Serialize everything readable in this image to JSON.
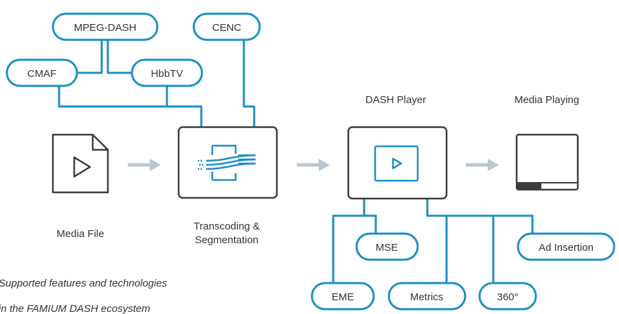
{
  "diagram": {
    "tech_inputs": {
      "mpeg_dash": "MPEG-DASH",
      "cenc": "CENC",
      "cmaf": "CMAF",
      "hbbtv": "HbbTV"
    },
    "stages": {
      "media_file": "Media File",
      "transcoding_line1": "Transcoding &",
      "transcoding_line2": "Segmentation",
      "dash_player": "DASH Player",
      "media_playing": "Media Playing"
    },
    "player_features": {
      "mse": "MSE",
      "ad_insertion": "Ad Insertion",
      "eme": "EME",
      "metrics": "Metrics",
      "vr360": "360°"
    },
    "caption": {
      "line1": "Supported features and technologies",
      "line2": "in the FAMIUM DASH ecosystem"
    }
  },
  "colors": {
    "accent": "#1b8fc6",
    "outline": "#3d3d3d",
    "arrow": "#b9c6d0",
    "text": "#333333"
  },
  "icons": [
    "document-play-icon",
    "transcoding-icon",
    "play-button-icon",
    "screen-progress-icon",
    "arrow-right-icon"
  ]
}
